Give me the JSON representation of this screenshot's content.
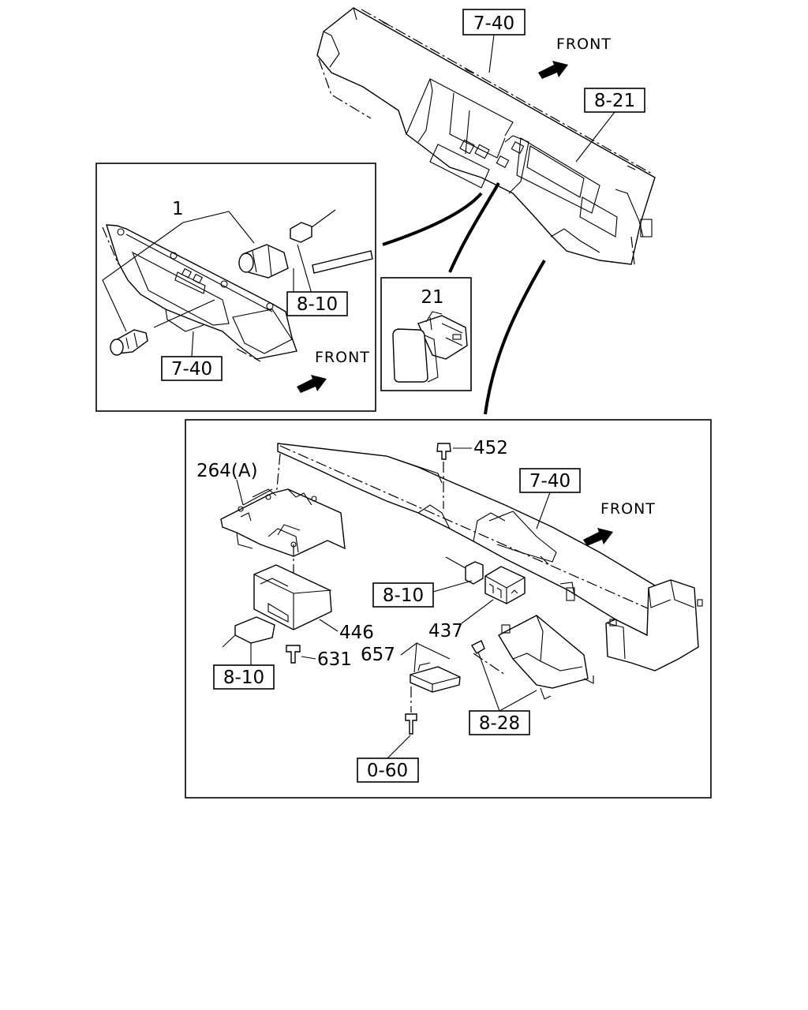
{
  "labels": {
    "ref_7_40_top": "7-40",
    "front_top": "FRONT",
    "ref_8_21": "8-21",
    "part_1": "1",
    "ref_8_10_inset": "8-10",
    "ref_7_40_inset": "7-40",
    "front_inset": "FRONT",
    "part_21": "21",
    "part_452": "452",
    "part_264a": "264(A)",
    "ref_7_40_lower": "7-40",
    "front_lower": "FRONT",
    "ref_8_10_mid": "8-10",
    "part_437": "437",
    "part_446": "446",
    "part_631": "631",
    "part_657": "657",
    "ref_8_10_lower": "8-10",
    "ref_8_28": "8-28",
    "ref_0_60": "0-60"
  },
  "icons": {
    "front_arrow": "front-arrow-icon"
  }
}
